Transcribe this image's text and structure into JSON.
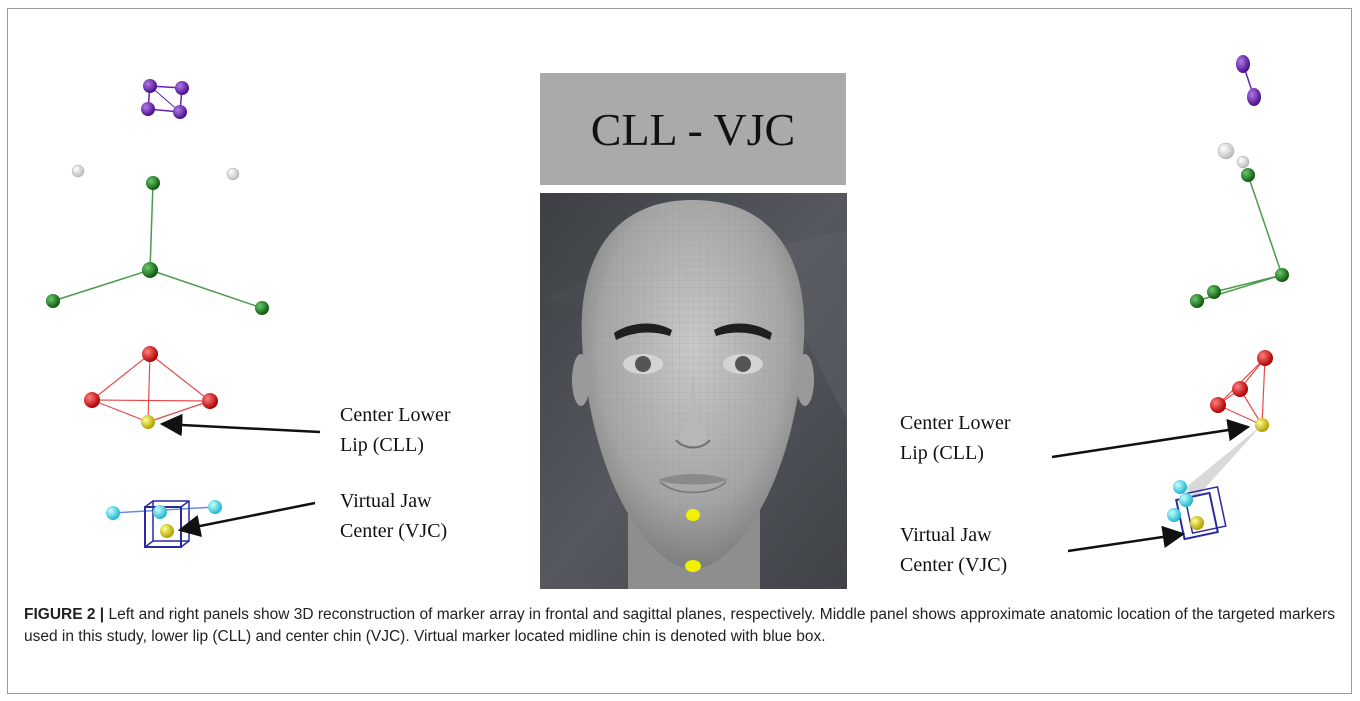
{
  "middle_panel": {
    "title": "CLL - VJC"
  },
  "left_panel": {
    "label_cll": "Center Lower\nLip (CLL)",
    "label_vjc": "Virtual Jaw\nCenter (VJC)"
  },
  "right_panel": {
    "label_cll": "Center Lower\nLip (CLL)",
    "label_vjc": "Virtual Jaw\nCenter (VJC)"
  },
  "caption": {
    "label": "FIGURE 2 |",
    "text": " Left and right panels show 3D reconstruction of marker array in frontal and sagittal planes, respectively. Middle panel shows approximate anatomic location of the targeted markers used in this study, lower lip (CLL) and center chin (VJC). Virtual marker located midline chin is denoted with blue box."
  },
  "colors": {
    "purple": "#6a1fb0",
    "green": "#1a7a1a",
    "red": "#e01010",
    "yellow": "#e6d600",
    "cyan": "#4ee0f0",
    "blue_box": "#2a2aa0",
    "white_marker": "#e8e8e8"
  }
}
